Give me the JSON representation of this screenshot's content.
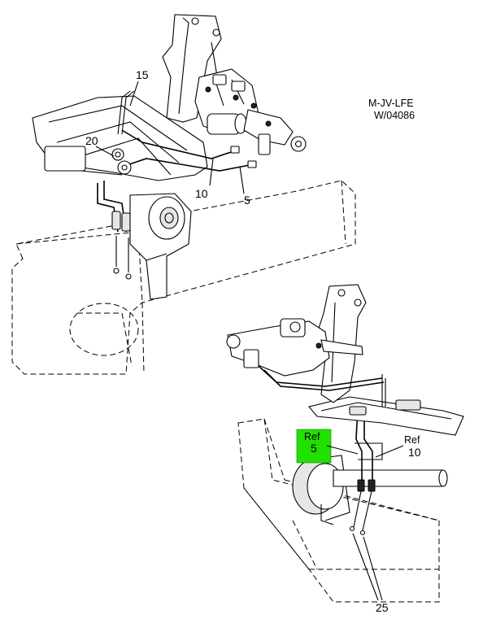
{
  "drawing": {
    "code_line1": "M-JV-LFE",
    "code_line2": "W/04086"
  },
  "callouts": {
    "c15": "15",
    "c20": "20",
    "c10": "10",
    "c5": "5",
    "ref5_word": "Ref",
    "ref5_num": "5",
    "ref10_word": "Ref",
    "ref10_num": "10",
    "c25": "25"
  },
  "colors": {
    "highlight": "#22e000",
    "line": "#000000"
  }
}
